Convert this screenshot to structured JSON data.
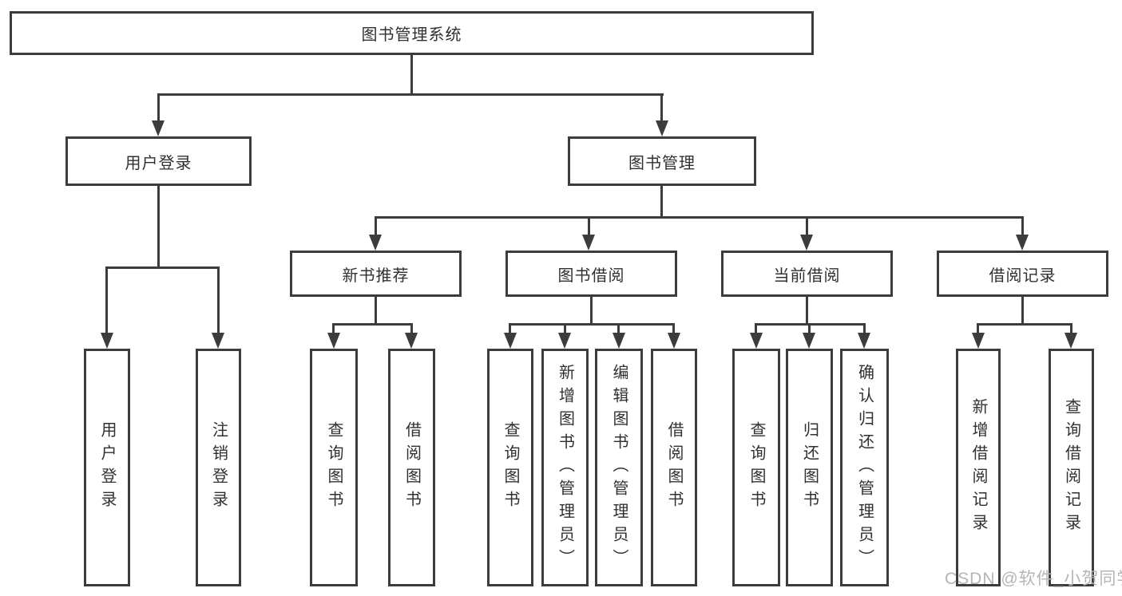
{
  "tree": {
    "label": "图书管理系统",
    "children": [
      {
        "label": "用户登录",
        "children": [
          {
            "label": "用户登录"
          },
          {
            "label": "注销登录"
          }
        ]
      },
      {
        "label": "图书管理",
        "children": [
          {
            "label": "新书推荐",
            "children": [
              {
                "label": "查询图书"
              },
              {
                "label": "借阅图书"
              }
            ]
          },
          {
            "label": "图书借阅",
            "children": [
              {
                "label": "查询图书"
              },
              {
                "label": "新增图书（管理员）"
              },
              {
                "label": "编辑图书（管理员）"
              },
              {
                "label": "借阅图书"
              }
            ]
          },
          {
            "label": "当前借阅",
            "children": [
              {
                "label": "查询图书"
              },
              {
                "label": "归还图书"
              },
              {
                "label": "确认归还（管理员）"
              }
            ]
          },
          {
            "label": "借阅记录",
            "children": [
              {
                "label": "新增借阅记录"
              },
              {
                "label": "查询借阅记录"
              }
            ]
          }
        ]
      }
    ]
  },
  "watermark": {
    "text": "CSDN @软件_小贺同学"
  },
  "colors": {
    "line": "#3c3c3c",
    "text": "#303030",
    "background": "#ffffff",
    "watermark": "#b5b5b5"
  }
}
